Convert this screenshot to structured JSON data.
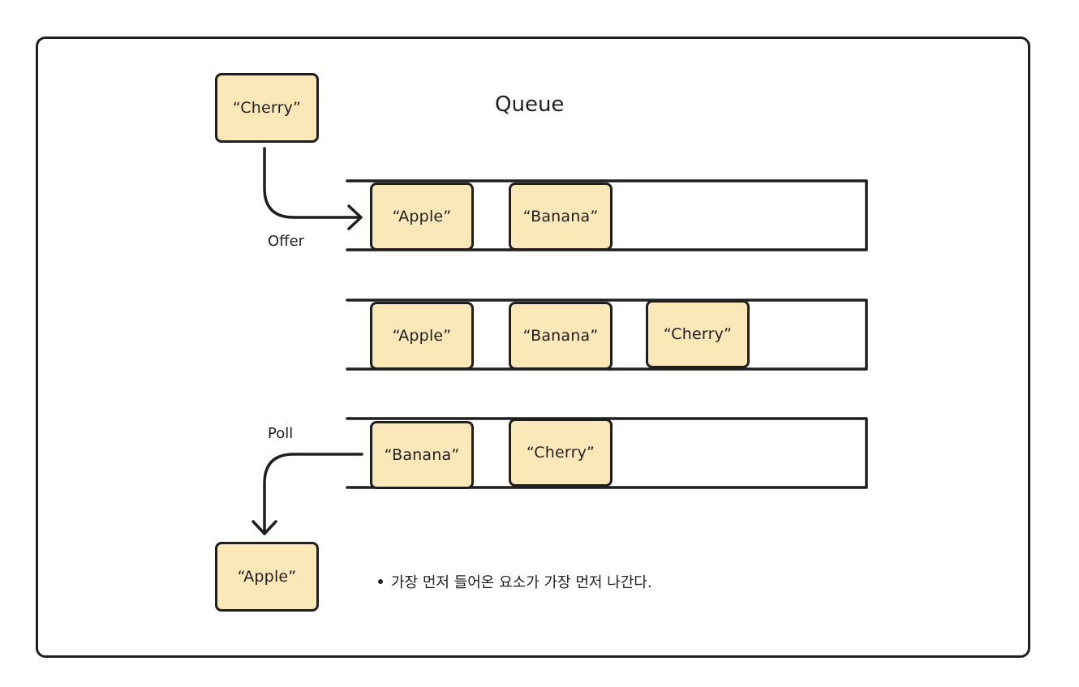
{
  "title": "Queue",
  "incoming_item": "“Cherry”",
  "offer_label": "Offer",
  "poll_label": "Poll",
  "polled_item": "“Apple”",
  "rows": [
    {
      "items": [
        "“Apple”",
        "“Banana”"
      ]
    },
    {
      "items": [
        "“Apple”",
        "“Banana”",
        "“Cherry”"
      ]
    },
    {
      "items": [
        "“Banana”",
        "“Cherry”"
      ]
    }
  ],
  "note": "가장 먼저 들어온 요소가 가장 먼저 나간다.",
  "colors": {
    "box_fill": "#fbe8b8",
    "stroke": "#1f1f1f"
  }
}
